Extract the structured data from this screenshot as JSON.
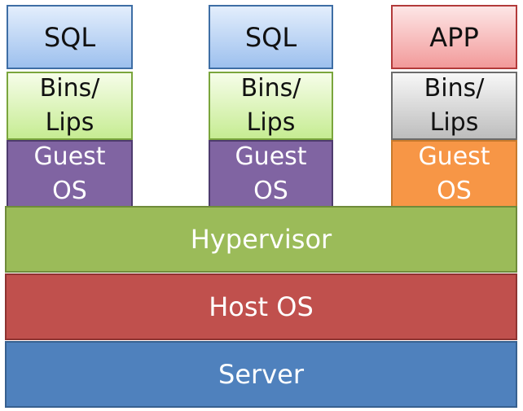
{
  "stacks": [
    {
      "app": "SQL",
      "bins": "Bins/\nLips",
      "guest": "Guest\nOS"
    },
    {
      "app": "SQL",
      "bins": "Bins/\nLips",
      "guest": "Guest\nOS"
    },
    {
      "app": "APP",
      "bins": "Bins/\nLips",
      "guest": "Guest\nOS"
    }
  ],
  "layers": {
    "hypervisor": "Hypervisor",
    "host_os": "Host OS",
    "server": "Server"
  },
  "colors": {
    "sql_box": "#9dc0ee",
    "app_box": "#f29a9a",
    "bins_green": "#c6ec92",
    "bins_gray": "#bdbdbd",
    "guest_purple": "#8064a2",
    "guest_orange": "#f79646",
    "hypervisor": "#9bbb59",
    "host_os": "#c0504d",
    "server": "#4f81bd"
  }
}
